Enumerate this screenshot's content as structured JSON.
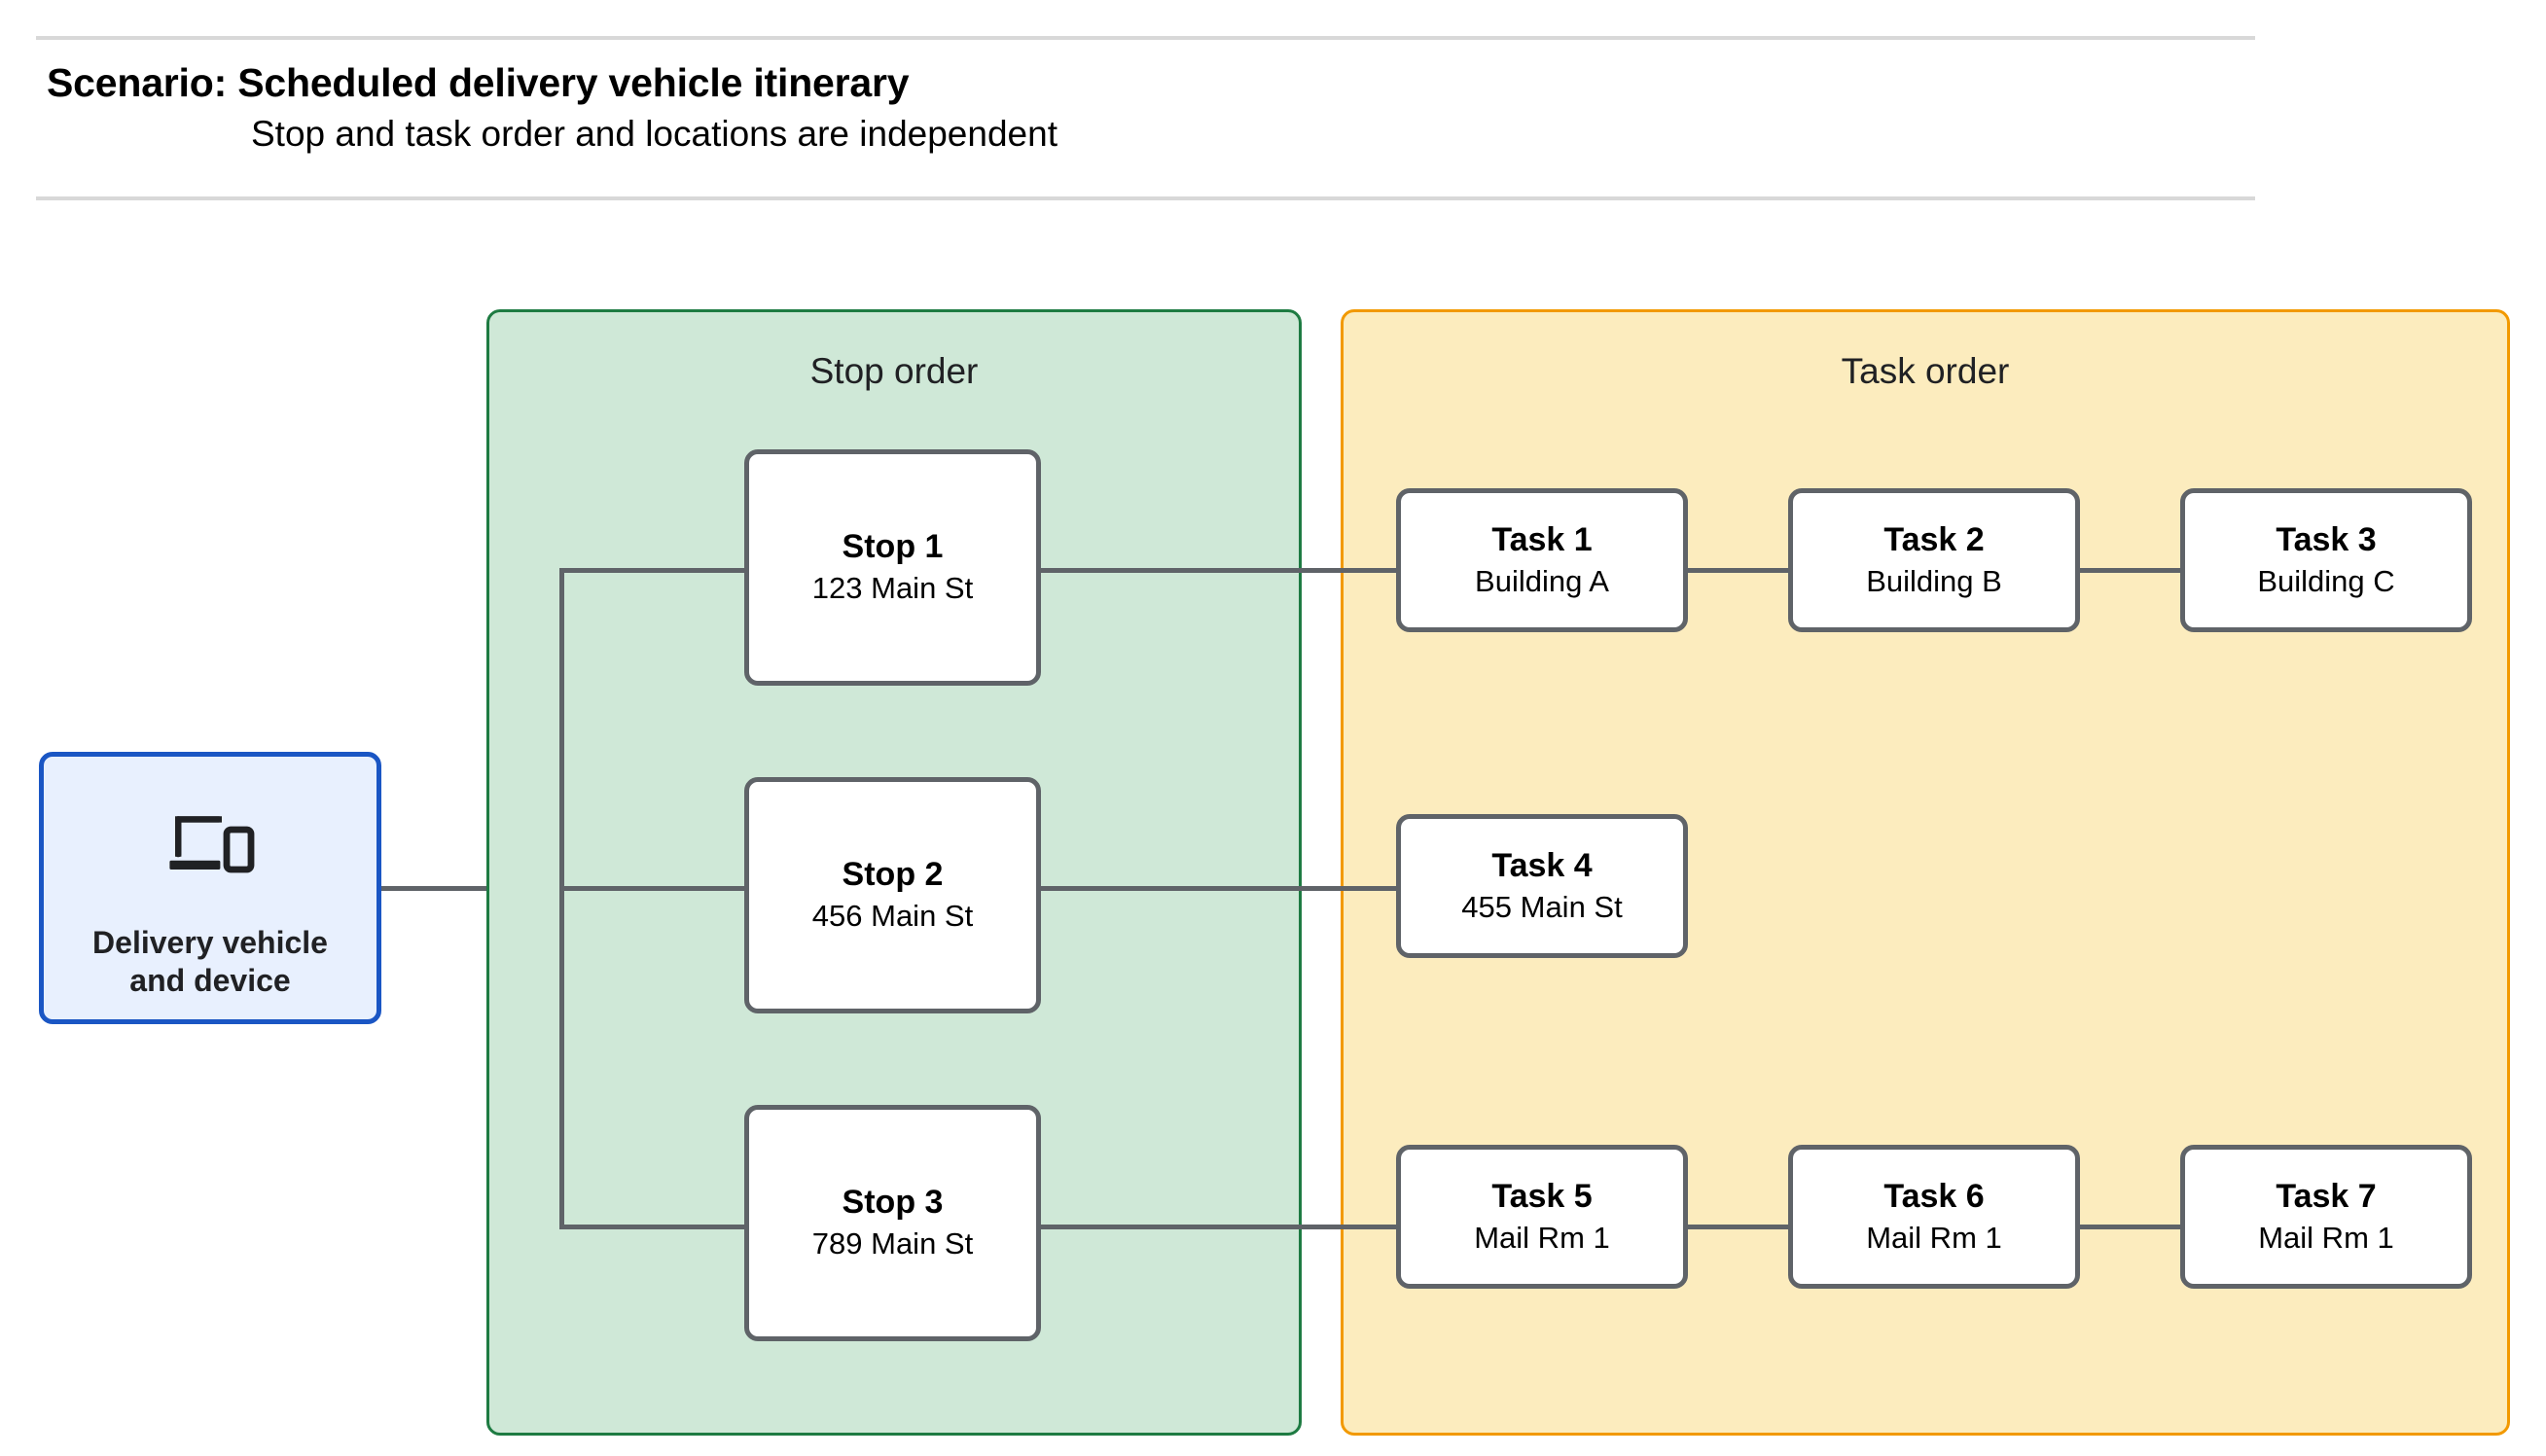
{
  "header": {
    "title": "Scenario: Scheduled delivery vehicle itinerary",
    "subtitle": "Stop and task order and locations are independent"
  },
  "vehicle": {
    "icon": "devices-icon",
    "label": "Delivery vehicle\nand device",
    "border_color": "#1a56c4",
    "fill_color": "#e8f0fe"
  },
  "panels": {
    "stop_order": {
      "title": "Stop order",
      "fill_color": "#cfe8d7",
      "border_color": "#1e7b42",
      "nodes": [
        {
          "title": "Stop 1",
          "sub": "123 Main St"
        },
        {
          "title": "Stop 2",
          "sub": "456 Main St"
        },
        {
          "title": "Stop 3",
          "sub": "789 Main St"
        }
      ]
    },
    "task_order": {
      "title": "Task order",
      "fill_color": "#fcecbe",
      "border_color": "#f29900",
      "rows": [
        {
          "nodes": [
            {
              "title": "Task 1",
              "sub": "Building A"
            },
            {
              "title": "Task 2",
              "sub": "Building B"
            },
            {
              "title": "Task 3",
              "sub": "Building C"
            }
          ]
        },
        {
          "nodes": [
            {
              "title": "Task 4",
              "sub": "455 Main St"
            }
          ]
        },
        {
          "nodes": [
            {
              "title": "Task 5",
              "sub": "Mail Rm 1"
            },
            {
              "title": "Task 6",
              "sub": "Mail Rm 1"
            },
            {
              "title": "Task 7",
              "sub": "Mail Rm 1"
            }
          ]
        }
      ]
    }
  },
  "connector_color": "#5f6368"
}
